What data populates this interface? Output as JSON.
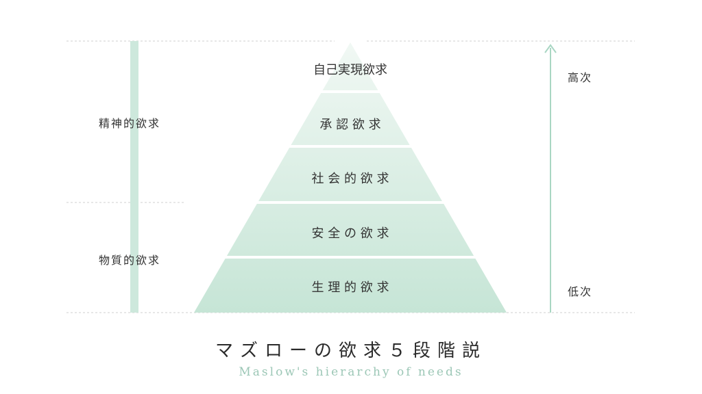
{
  "tiers": [
    {
      "label": "自己実現欲求"
    },
    {
      "label": "承 認 欲 求"
    },
    {
      "label": "社 会 的 欲 求"
    },
    {
      "label": "安 全 の 欲 求"
    },
    {
      "label": "生 理 的 欲 求"
    }
  ],
  "groups": {
    "upper": "精神的欲求",
    "lower": "物質的欲求"
  },
  "scale": {
    "high": "高次",
    "low": "低次"
  },
  "title": "マズローの欲求５段階説",
  "subtitle": "Maslow's hierarchy of needs",
  "colors": {
    "tier_top": "#eef7f2",
    "tier_bottom": "#c6e5d6",
    "bar": "#cde8dc",
    "arrow": "#a9d6c3",
    "dash": "#cfcfcf"
  }
}
